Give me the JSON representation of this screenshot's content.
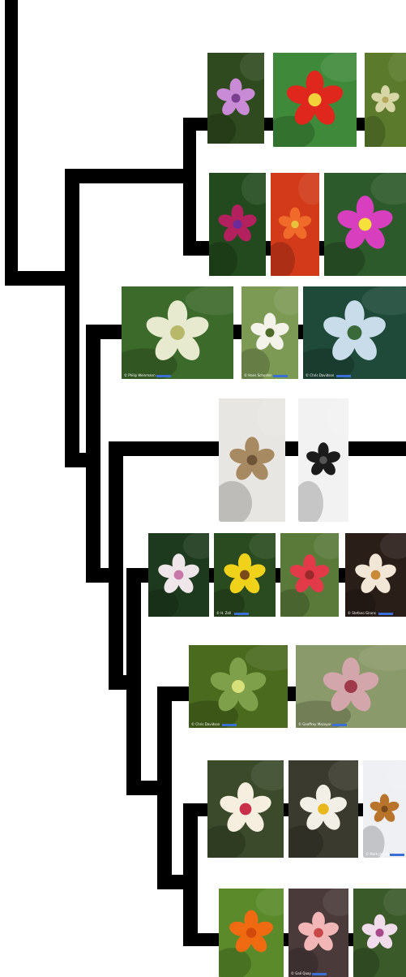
{
  "tree": {
    "clades": [
      {
        "name": "row-1",
        "photos": [
          {
            "subject": "pink geranium flower",
            "bg": "#2f4a1e",
            "petal": "#c98ad6",
            "center": "#7a3f8f",
            "credit": ""
          },
          {
            "subject": "red flower with green leaves",
            "bg": "#3f8a3a",
            "petal": "#e0271e",
            "center": "#f2d23a",
            "credit": ""
          },
          {
            "subject": "pale green flower",
            "bg": "#5b7a2b",
            "petal": "#d6d6a6",
            "center": "#b6a75a",
            "credit": ""
          }
        ]
      },
      {
        "name": "row-2",
        "photos": [
          {
            "subject": "fuchsia flower",
            "bg": "#234a1e",
            "petal": "#b3205e",
            "center": "#6c2a9a",
            "credit": ""
          },
          {
            "subject": "red bottlebrush flower",
            "bg": "#d23a1a",
            "petal": "#f06a2a",
            "center": "#e8c23a",
            "credit": ""
          },
          {
            "subject": "magenta flower",
            "bg": "#2d5a2a",
            "petal": "#d73fbf",
            "center": "#f5e13a",
            "credit": ""
          }
        ]
      },
      {
        "name": "row-3",
        "photos": [
          {
            "subject": "white umbel flowers",
            "bg": "#3c6a2a",
            "petal": "#e8ead0",
            "center": "#b8b86a",
            "credit": "© Philip Weinmann"
          },
          {
            "subject": "white bell flowers",
            "bg": "#7d9a55",
            "petal": "#f3f3ea",
            "center": "#4e6a2a",
            "credit": "© Hans Schuster"
          },
          {
            "subject": "pale blue flower",
            "bg": "#1f4a3a",
            "petal": "#c8dcea",
            "center": "#3a6a3a",
            "credit": "© Chris Davidson"
          }
        ]
      },
      {
        "name": "row-4",
        "photos": [
          {
            "subject": "brown cone-like seed head",
            "bg": "#e8e6e2",
            "petal": "#a88a62",
            "center": "#6e5538",
            "credit": ""
          },
          {
            "subject": "black seed cluster",
            "bg": "#f2f2f2",
            "petal": "#1b1b1b",
            "center": "#555555",
            "credit": ""
          }
        ]
      },
      {
        "name": "row-5",
        "photos": [
          {
            "subject": "white flower spike",
            "bg": "#1e3a1e",
            "petal": "#efe6ea",
            "center": "#c878a8",
            "credit": ""
          },
          {
            "subject": "yellow flower",
            "bg": "#2a4a1f",
            "petal": "#f0d21a",
            "center": "#7a4a1a",
            "credit": "© H. Zell"
          },
          {
            "subject": "red tubular flower",
            "bg": "#5a7a3a",
            "petal": "#e33a4a",
            "center": "#9a2a2a",
            "credit": ""
          },
          {
            "subject": "cream flower",
            "bg": "#2a1e18",
            "petal": "#f2e6d6",
            "center": "#c98a3a",
            "credit": "© Stefano Girons"
          }
        ]
      },
      {
        "name": "row-6",
        "photos": [
          {
            "subject": "green leaves with small flowers",
            "bg": "#4a6a1e",
            "petal": "#7ea04a",
            "center": "#d8e07a",
            "credit": "© Chris Davidson"
          },
          {
            "subject": "red stem flower cluster",
            "bg": "#8a9a6a",
            "petal": "#d2a6aa",
            "center": "#9e3a4a",
            "credit": "© Geoffrey Mazoyer"
          }
        ]
      },
      {
        "name": "row-7",
        "photos": [
          {
            "subject": "white flower with red center",
            "bg": "#3a4a2a",
            "petal": "#f6eede",
            "center": "#c8304a",
            "credit": ""
          },
          {
            "subject": "white and yellow flower cluster",
            "bg": "#3a3a2e",
            "petal": "#f2f0e6",
            "center": "#e8b81a",
            "credit": ""
          },
          {
            "subject": "brown winged seeds",
            "bg": "#eef0f4",
            "petal": "#b8742a",
            "center": "#7a4a1a",
            "credit": "© Mark Jacobs"
          }
        ]
      },
      {
        "name": "row-8",
        "photos": [
          {
            "subject": "orange nasturtium flower",
            "bg": "#5a8a2a",
            "petal": "#f06a12",
            "center": "#d24a0a",
            "credit": ""
          },
          {
            "subject": "pink stamen flower",
            "bg": "#4a3a3a",
            "petal": "#f2b6b6",
            "center": "#c8484a",
            "credit": "© Gail Quay"
          },
          {
            "subject": "pale pink flower",
            "bg": "#3a5a2a",
            "petal": "#f0dcea",
            "center": "#a84a8a",
            "credit": ""
          }
        ]
      }
    ]
  }
}
